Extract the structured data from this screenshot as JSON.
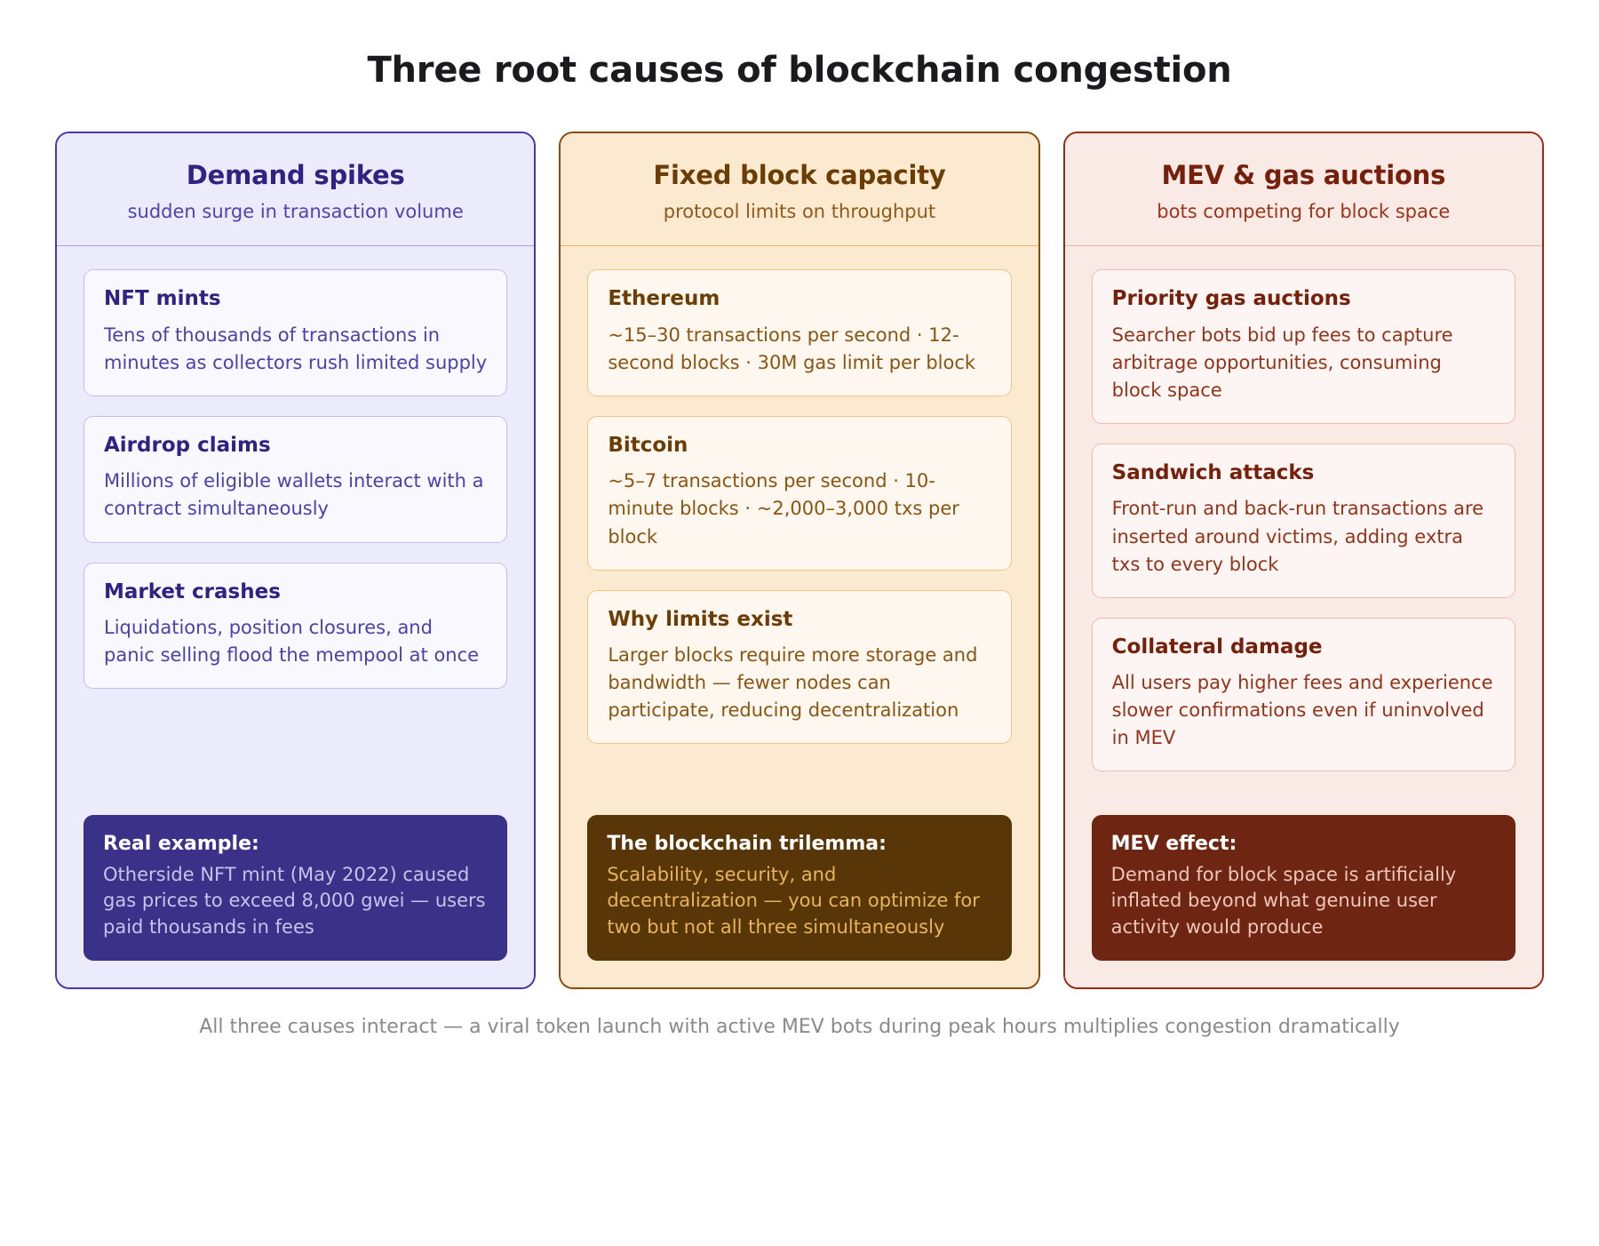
{
  "title": "Three root causes of blockchain congestion",
  "footer_note": "All three causes interact — a viral token launch with active MEV bots during peak hours multiplies congestion dramatically",
  "theme": {
    "col1_accent": "#4338b8",
    "col1_bg": "#ecebfb",
    "col1_callout_bg": "#3b3188",
    "col2_accent": "#8a4b08",
    "col2_bg": "#fbead0",
    "col2_callout_bg": "#583607",
    "col3_accent": "#9c2a10",
    "col3_bg": "#faeae6",
    "col3_callout_bg": "#6e2512",
    "footer_color": "#8a8a8a",
    "title_color": "#1b1b1f"
  },
  "columns": [
    {
      "title": "Demand spikes",
      "subtitle": "sudden surge in transaction volume",
      "items": [
        {
          "title": "NFT mints",
          "desc": "Tens of thousands of transactions in minutes as collectors rush limited supply"
        },
        {
          "title": "Airdrop claims",
          "desc": "Millions of eligible wallets interact with a contract simultaneously"
        },
        {
          "title": "Market crashes",
          "desc": "Liquidations, position closures, and panic selling flood the mempool at once"
        }
      ],
      "callout": {
        "title": "Real example:",
        "desc": "Otherside NFT mint (May 2022) caused gas prices to exceed 8,000 gwei — users paid thousands in fees"
      }
    },
    {
      "title": "Fixed block capacity",
      "subtitle": "protocol limits on throughput",
      "items": [
        {
          "title": "Ethereum",
          "desc": "~15–30 transactions per second · 12-second blocks · 30M gas limit per block"
        },
        {
          "title": "Bitcoin",
          "desc": "~5–7 transactions per second · 10-minute blocks · ~2,000–3,000 txs per block"
        },
        {
          "title": "Why limits exist",
          "desc": "Larger blocks require more storage and bandwidth — fewer nodes can participate, reducing decentralization"
        }
      ],
      "callout": {
        "title": "The blockchain trilemma:",
        "desc": "Scalability, security, and decentralization — you can optimize for two but not all three simultaneously"
      }
    },
    {
      "title": "MEV & gas auctions",
      "subtitle": "bots competing for block space",
      "items": [
        {
          "title": "Priority gas auctions",
          "desc": "Searcher bots bid up fees to capture arbitrage opportunities, consuming block space"
        },
        {
          "title": "Sandwich attacks",
          "desc": "Front-run and back-run transactions are inserted around victims, adding extra txs to every block"
        },
        {
          "title": "Collateral damage",
          "desc": "All users pay higher fees and experience slower confirmations even if uninvolved in MEV"
        }
      ],
      "callout": {
        "title": "MEV effect:",
        "desc": "Demand for block space is artificially inflated beyond what genuine user activity would produce"
      }
    }
  ]
}
